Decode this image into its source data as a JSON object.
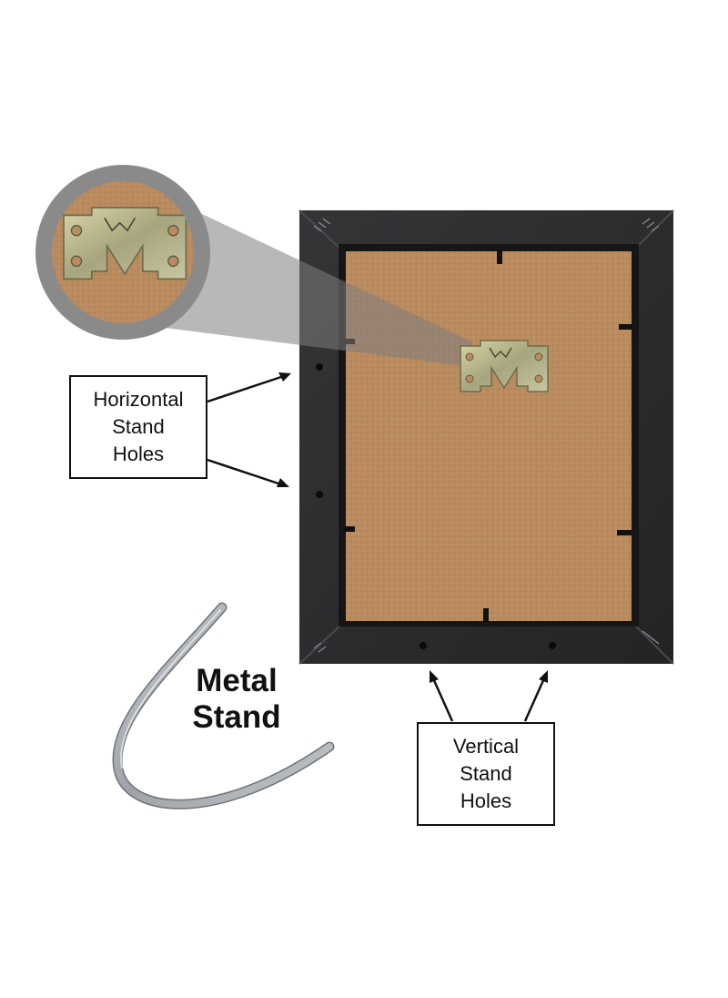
{
  "callouts": {
    "horizontal": "Horizontal\nStand\nHoles",
    "vertical": "Vertical\nStand\nHoles",
    "metal_stand": "Metal\nStand"
  },
  "colors": {
    "frame": "#2b2b2d",
    "backing": "#b88a5e",
    "zoom_ring": "#8a8a8a",
    "zoom_beam": "#7d7d7d",
    "hanger": "#b9b58a",
    "wire": "#a9adb1",
    "ink": "#111111"
  },
  "icons": {
    "hanger": "sawtooth-hanger-icon",
    "stand": "u-shaped-wire-stand-icon"
  }
}
